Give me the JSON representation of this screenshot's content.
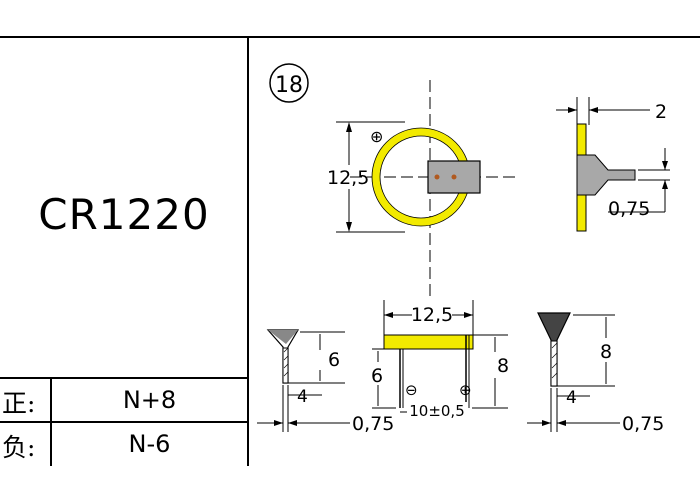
{
  "model": "CR1220",
  "table": {
    "positive_label": "正:",
    "positive_value": "N+8",
    "negative_label": "负:",
    "negative_value": "N-6"
  },
  "drawing": {
    "index": "18",
    "front_diameter": "12,5",
    "plus_symbol": "⊕",
    "minus_symbol": "⊖",
    "side_thickness": "2",
    "side_tab": "0,75",
    "bottom_width": "12,5",
    "bottom_pitch": "10±0,5",
    "left_height": "6",
    "left_foot": "4",
    "left_thickness": "0,75",
    "mid_height_left": "6",
    "mid_height_right": "8",
    "right_height": "8",
    "right_foot": "4",
    "right_thickness": "0,75"
  },
  "colors": {
    "cell": "#f2ea00",
    "tab": "#a8a8a8",
    "line": "#000000"
  }
}
